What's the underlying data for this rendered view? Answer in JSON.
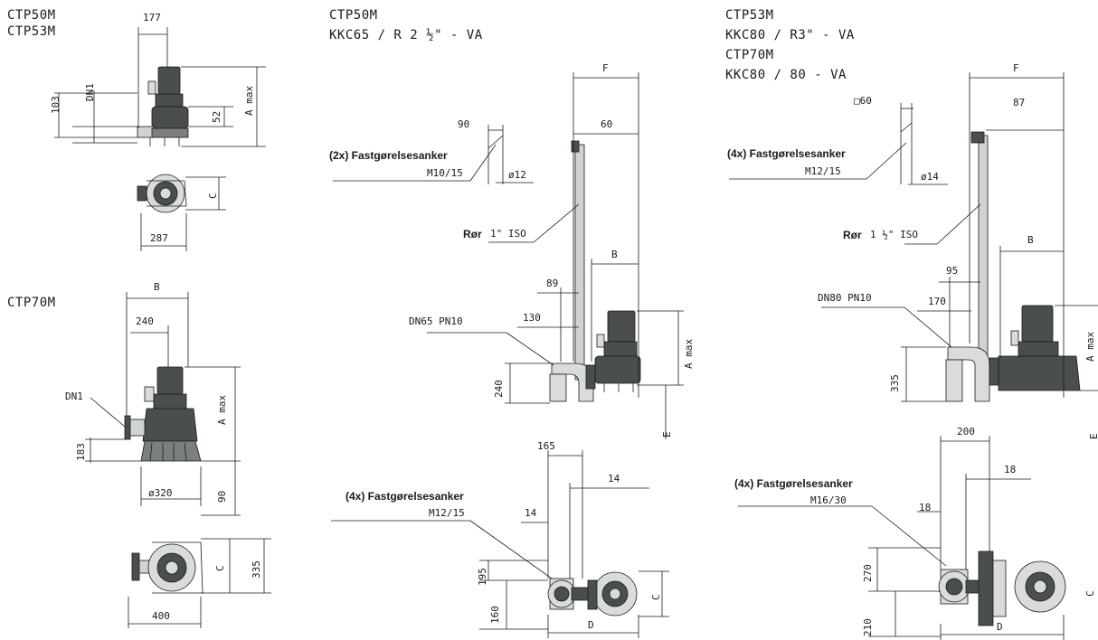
{
  "panels": {
    "left": {
      "title_1": "CTP50M",
      "title_2": "CTP53M",
      "dim_177": "177",
      "dim_103": "103",
      "dim_dn1": "DN1",
      "dim_52": "52",
      "dim_amax": "A max",
      "dim_c": "C",
      "dim_287": "287",
      "title_3": "CTP70M",
      "dim_b": "B",
      "dim_240": "240",
      "label_dn1": "DN1",
      "dim_amax2": "A max",
      "dim_183": "183",
      "dim_320": "ø320",
      "dim_90": "90",
      "dim_c2": "C",
      "dim_335": "335",
      "dim_400": "400"
    },
    "middle": {
      "title_1": "CTP50M",
      "title_2": "KKC65 / R 2 ½\" - VA",
      "dim_f": "F",
      "dim_90": "90",
      "dim_60": "60",
      "anchor_label": "(2x) Fastgørelsesanker",
      "anchor_spec": "M10/15",
      "dim_phi12": "ø12",
      "pipe_label": "Rør",
      "pipe_spec": "1\" ISO",
      "dim_b": "B",
      "dim_89": "89",
      "dn_label": "DN65 PN10",
      "dim_130": "130",
      "dim_amax": "A max",
      "dim_240": "240",
      "dim_e": "E",
      "dim_165": "165",
      "dim_14a": "14",
      "anchor_label_2": "(4x) Fastgørelsesanker",
      "anchor_spec_2": "M12/15",
      "dim_14b": "14",
      "dim_195": "195",
      "dim_c": "C",
      "dim_160": "160",
      "dim_d": "D"
    },
    "right": {
      "title_1": "CTP53M",
      "title_2": "KKC80 / R3\" - VA",
      "title_3": "CTP70M",
      "title_4": "KKC80 / 80 - VA",
      "dim_f": "F",
      "dim_sq60": "□60",
      "dim_87": "87",
      "anchor_label": "(4x) Fastgørelsesanker",
      "anchor_spec": "M12/15",
      "dim_phi14": "ø14",
      "pipe_label": "Rør",
      "pipe_spec": "1 ½\" ISO",
      "dim_b": "B",
      "dim_95": "95",
      "dn_label": "DN80 PN10",
      "dim_170": "170",
      "dim_amax": "A max",
      "dim_335": "335",
      "dim_e": "E",
      "dim_200": "200",
      "dim_18a": "18",
      "anchor_label_2": "(4x) Fastgørelsesanker",
      "anchor_spec_2": "M16/30",
      "dim_18b": "18",
      "dim_270": "270",
      "dim_c": "C",
      "dim_210": "210",
      "dim_d": "D"
    }
  }
}
